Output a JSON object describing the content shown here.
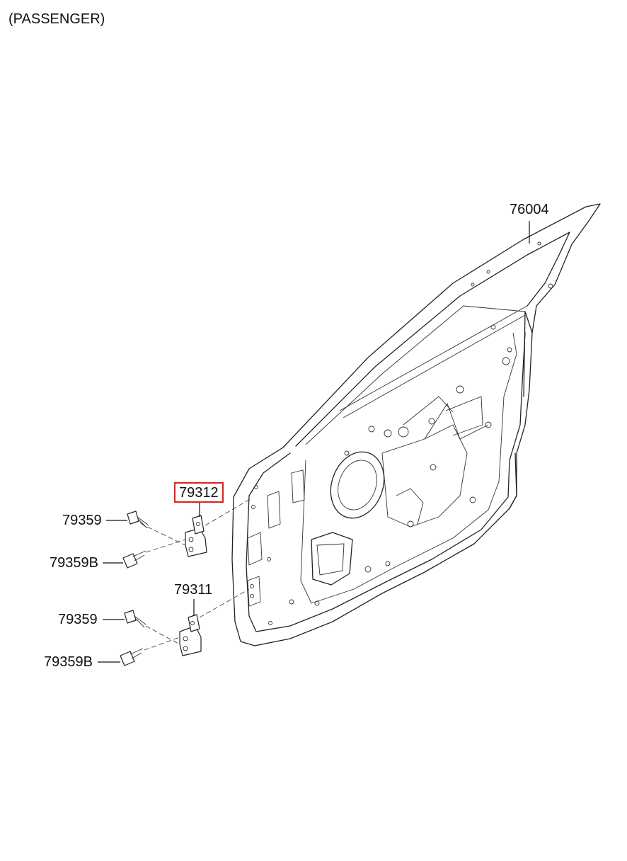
{
  "header": {
    "text": "(PASSENGER)"
  },
  "callouts": {
    "door_panel": "76004",
    "upper_hinge": "79312",
    "lower_hinge": "79311",
    "upper_bolt": "79359",
    "upper_bolt_b": "79359B",
    "lower_bolt": "79359",
    "lower_bolt_b": "79359B"
  },
  "highlight_color": "#e02020"
}
